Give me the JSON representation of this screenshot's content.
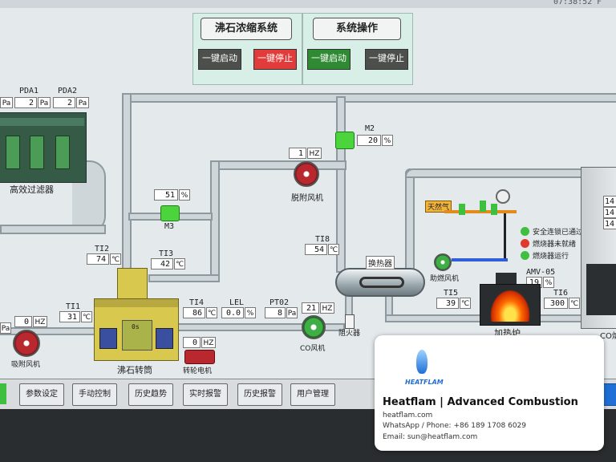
{
  "panels": {
    "zeolite_title": "沸石浓缩系统",
    "zeolite_start": "一键启动",
    "zeolite_stop": "一键停止",
    "system_title": "系统操作",
    "system_start": "一键启动",
    "system_stop": "一键停止"
  },
  "filter": {
    "pda1_label": "PDA1",
    "pda1_value": "2",
    "pda1_unit": "Pa",
    "pda2_label": "PDA2",
    "pda2_value": "2",
    "pda2_unit": "Pa",
    "pda0_unit": "Pa",
    "name": "高效过滤器"
  },
  "desorb_fan": {
    "value": "1",
    "unit": "HZ",
    "name": "脱附风机"
  },
  "m2": {
    "label": "M2",
    "value": "20",
    "unit": "%"
  },
  "m3": {
    "label": "M3",
    "value": "51",
    "unit": "%"
  },
  "ti2": {
    "label": "TI2",
    "value": "74",
    "unit": "℃"
  },
  "ti3": {
    "label": "TI3",
    "value": "42",
    "unit": "℃"
  },
  "ti8": {
    "label": "TI8",
    "value": "54",
    "unit": "℃"
  },
  "ti1": {
    "label": "TI1",
    "value": "31",
    "unit": "℃"
  },
  "ti4": {
    "label": "TI4",
    "value": "86",
    "unit": "℃"
  },
  "lel": {
    "label": "LEL",
    "value": "0.0",
    "unit": "%"
  },
  "pt02": {
    "label": "PT02",
    "value": "8",
    "unit": "Pa"
  },
  "co_fan": {
    "value": "21",
    "unit": "HZ",
    "name": "CO风机"
  },
  "heat_exchanger": {
    "name": "换热器"
  },
  "flame_arrester": {
    "name": "阻火器"
  },
  "gas_label": "天然气",
  "status": [
    {
      "text": "安全连锁已通过",
      "color": "#3fbf3f"
    },
    {
      "text": "燃烧器未就绪",
      "color": "#e03a2e"
    },
    {
      "text": "燃烧器运行",
      "color": "#3fbf3f"
    }
  ],
  "combustion_fan": {
    "name": "助燃风机"
  },
  "amv05": {
    "label": "AMV-05",
    "value": "19",
    "unit": "%"
  },
  "ti5": {
    "label": "TI5",
    "value": "39",
    "unit": "℃"
  },
  "ti6": {
    "label": "TI6",
    "value": "300",
    "unit": "℃"
  },
  "heater": {
    "name": "加热炉"
  },
  "right_values": [
    "14",
    "14",
    "14"
  ],
  "co_furnace_partial": "CO炉",
  "suction_fan": {
    "value": "0",
    "unit": "HZ",
    "name": "吸附风机"
  },
  "zeolite_runner": {
    "name": "沸石转筒",
    "mark": "0s"
  },
  "runner_motor": {
    "value": "0",
    "unit": "HZ",
    "name": "转轮电机"
  },
  "left_cut_unit": "Pa",
  "top_clock": "07:38:52 F",
  "nav": [
    "参数设定",
    "手动控制",
    "历史趋势",
    "实时报警",
    "历史报警",
    "用户管理"
  ],
  "card": {
    "logo_text": "HEATFLAM",
    "title": "Heatflam | Advanced Combustion",
    "website": "heatflam.com",
    "phone": "WhatsApp / Phone: +86 189 1708 6029",
    "email": "Email: sun@heatflam.com"
  },
  "colors": {
    "start_green": "#2f8a33",
    "stop_red": "#e23b3b",
    "stop_gray": "#4d4f4d",
    "valve_green": "#4cd43c",
    "fan_red": "#b8282e",
    "runner_yellow": "#d9c84e",
    "flame": "#ff6a00",
    "brand_blue": "#1f6fd6"
  }
}
